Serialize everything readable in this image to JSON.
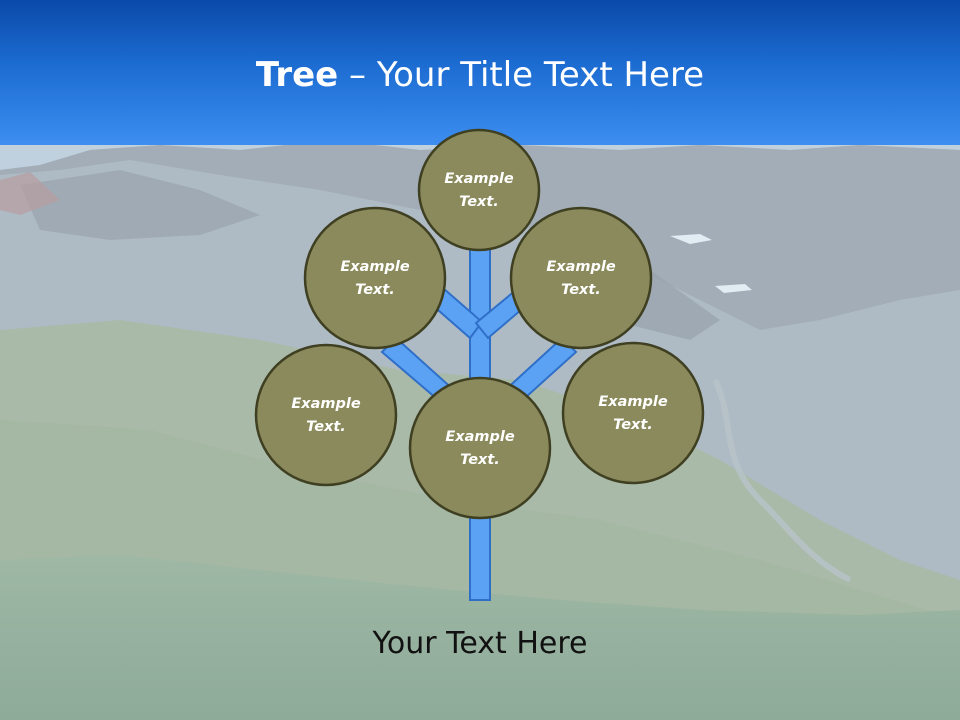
{
  "title": {
    "bold": "Tree",
    "rest": " – Your Title Text Here"
  },
  "nodes": [
    {
      "line1": "Example",
      "line2": "Text."
    },
    {
      "line1": "Example",
      "line2": "Text."
    },
    {
      "line1": "Example",
      "line2": "Text."
    },
    {
      "line1": "Example",
      "line2": "Text."
    },
    {
      "line1": "Example",
      "line2": "Text."
    },
    {
      "line1": "Example",
      "line2": "Text."
    }
  ],
  "caption": "Your Text Here",
  "colors": {
    "header_dark": "#0a4aa8",
    "header_light": "#3d8ef0",
    "branch_fill": "#5ba2f5",
    "branch_stroke": "#2f6fc8",
    "circle_fill": "#8a8a5c",
    "circle_stroke": "#3f3f22",
    "node_text": "#ffffff"
  }
}
